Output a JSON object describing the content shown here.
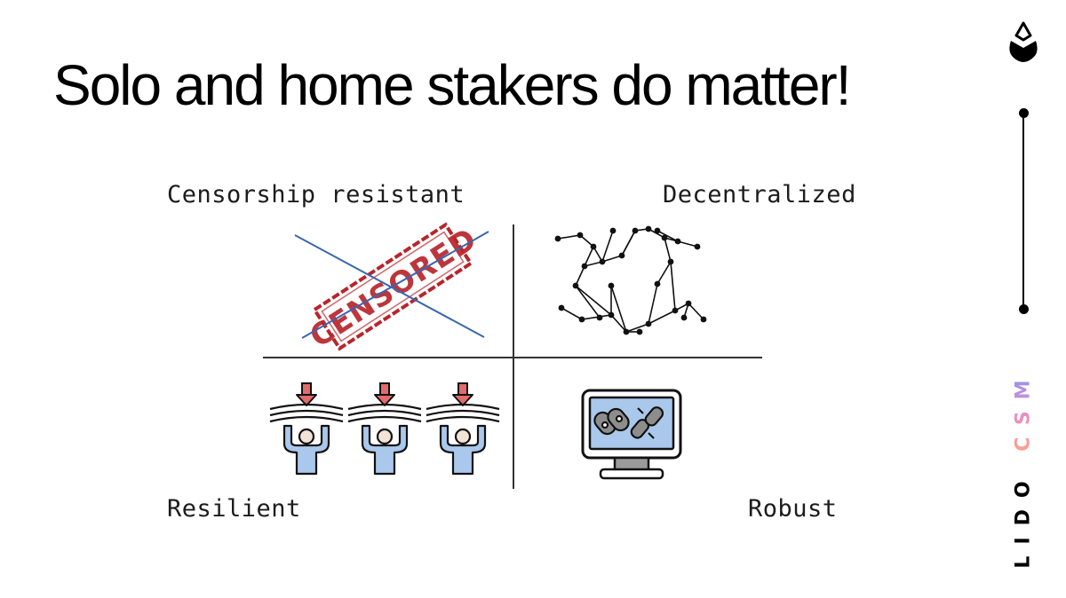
{
  "slide": {
    "title": "Solo and home stakers do matter!"
  },
  "quadrants": {
    "top_left": {
      "label": "Censorship resistant",
      "illustration": "crossed-out-censored-stamp",
      "stamp_text": "CENSORED"
    },
    "top_right": {
      "label": "Decentralized",
      "illustration": "network-graph"
    },
    "bottom_left": {
      "label": "Resilient",
      "illustration": "people-holding-weight"
    },
    "bottom_right": {
      "label": "Robust",
      "illustration": "monitor-with-chain-links"
    }
  },
  "brand": {
    "logo": "lido-droplet-icon",
    "word_plain": "LIDO",
    "word_accent": "CSM"
  },
  "colors": {
    "stamp_red": "#b8252b",
    "cross_blue": "#3a66b0",
    "arrow_red": "#e26b6b",
    "person_blue": "#a9c8ec",
    "outline": "#111111"
  }
}
